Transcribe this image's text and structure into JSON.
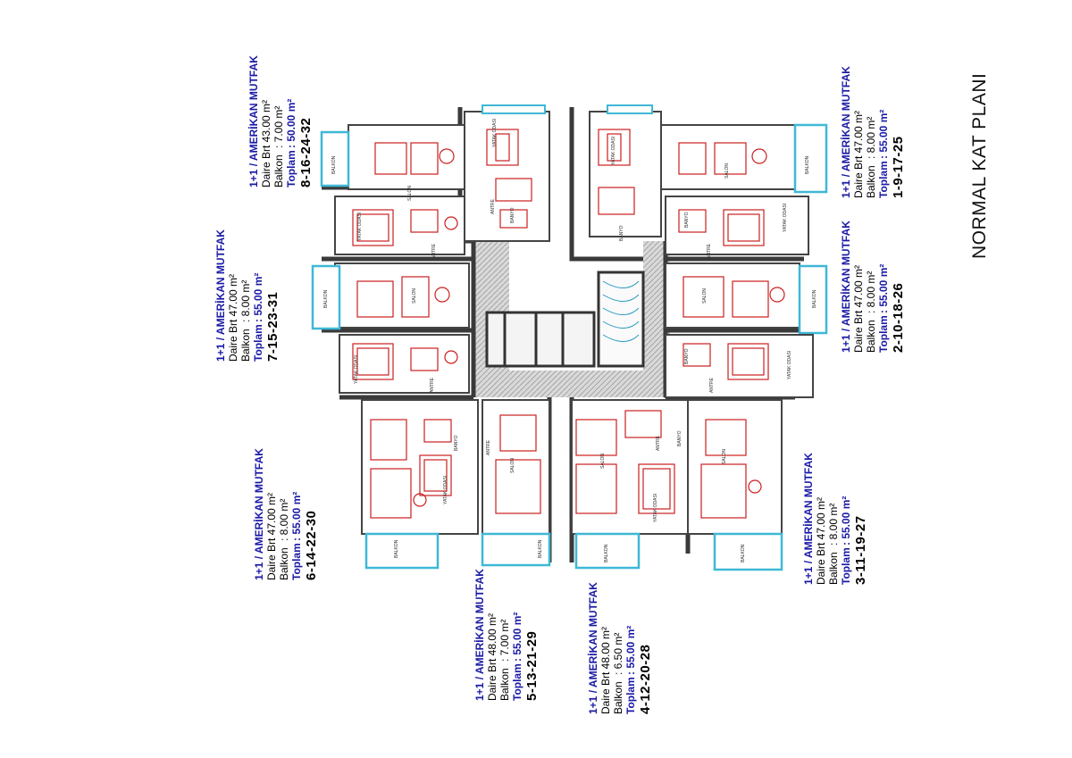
{
  "page_title": "NORMAL KAT PLANI",
  "units": [
    {
      "type": "1+1 / AMERİKAN MUTFAK",
      "daire_label": "Daire Brt",
      "daire": ": 43.00 m²",
      "balkon_label": "Balkon",
      "balkon": ": 7.00 m²",
      "toplam_label": "Toplam",
      "toplam": ": 50.00 m²",
      "numbers": "8-16-24-32"
    },
    {
      "type": "1+1 / AMERİKAN MUTFAK",
      "daire_label": "Daire Brt",
      "daire": ": 47.00 m²",
      "balkon_label": "Balkon",
      "balkon": ": 8.00 m²",
      "toplam_label": "Toplam",
      "toplam": ": 55.00 m²",
      "numbers": "7-15-23-31"
    },
    {
      "type": "1+1 / AMERİKAN MUTFAK",
      "daire_label": "Daire Brt",
      "daire": ": 47.00 m²",
      "balkon_label": "Balkon",
      "balkon": ": 8.00 m²",
      "toplam_label": "Toplam",
      "toplam": ": 55.00 m²",
      "numbers": "6-14-22-30"
    },
    {
      "type": "1+1 / AMERİKAN MUTFAK",
      "daire_label": "Daire Brt",
      "daire": ": 48.00 m²",
      "balkon_label": "Balkon",
      "balkon": ": 7.00 m²",
      "toplam_label": "Toplam",
      "toplam": ": 55.00 m²",
      "numbers": "5-13-21-29"
    },
    {
      "type": "1+1 / AMERİKAN MUTFAK",
      "daire_label": "Daire Brt",
      "daire": ": 48.00 m²",
      "balkon_label": "Balkon",
      "balkon": ": 6.50 m²",
      "toplam_label": "Toplam",
      "toplam": ": 55.00 m²",
      "numbers": "4-12-20-28"
    },
    {
      "type": "1+1 / AMERİKAN MUTFAK",
      "daire_label": "Daire Brt",
      "daire": ": 47.00 m²",
      "balkon_label": "Balkon",
      "balkon": ": 8.00 m²",
      "toplam_label": "Toplam",
      "toplam": ": 55.00 m²",
      "numbers": "3-11-19-27"
    },
    {
      "type": "1+1 / AMERİKAN MUTFAK",
      "daire_label": "Daire Brt",
      "daire": ": 47.00 m²",
      "balkon_label": "Balkon",
      "balkon": ": 8.00 m²",
      "toplam_label": "Toplam",
      "toplam": ": 55.00 m²",
      "numbers": "2-10-18-26"
    },
    {
      "type": "1+1 / AMERİKAN MUTFAK",
      "daire_label": "Daire Brt",
      "daire": ": 47.00 m²",
      "balkon_label": "Balkon",
      "balkon": ": 8.00 m²",
      "toplam_label": "Toplam",
      "toplam": ": 55.00 m²",
      "numbers": "1-9-17-25"
    }
  ],
  "room_labels": {
    "salon": "SALON",
    "yatak_odasi": "YATAK ODASI",
    "banyo": "BANYO",
    "antre": "ANTRE",
    "balkon": "BALKON"
  },
  "colors": {
    "wall": "#3a3a3a",
    "furniture": "#cc1f1f",
    "balcony": "#3fb8d6",
    "label_blue": "#1a1aa6"
  }
}
